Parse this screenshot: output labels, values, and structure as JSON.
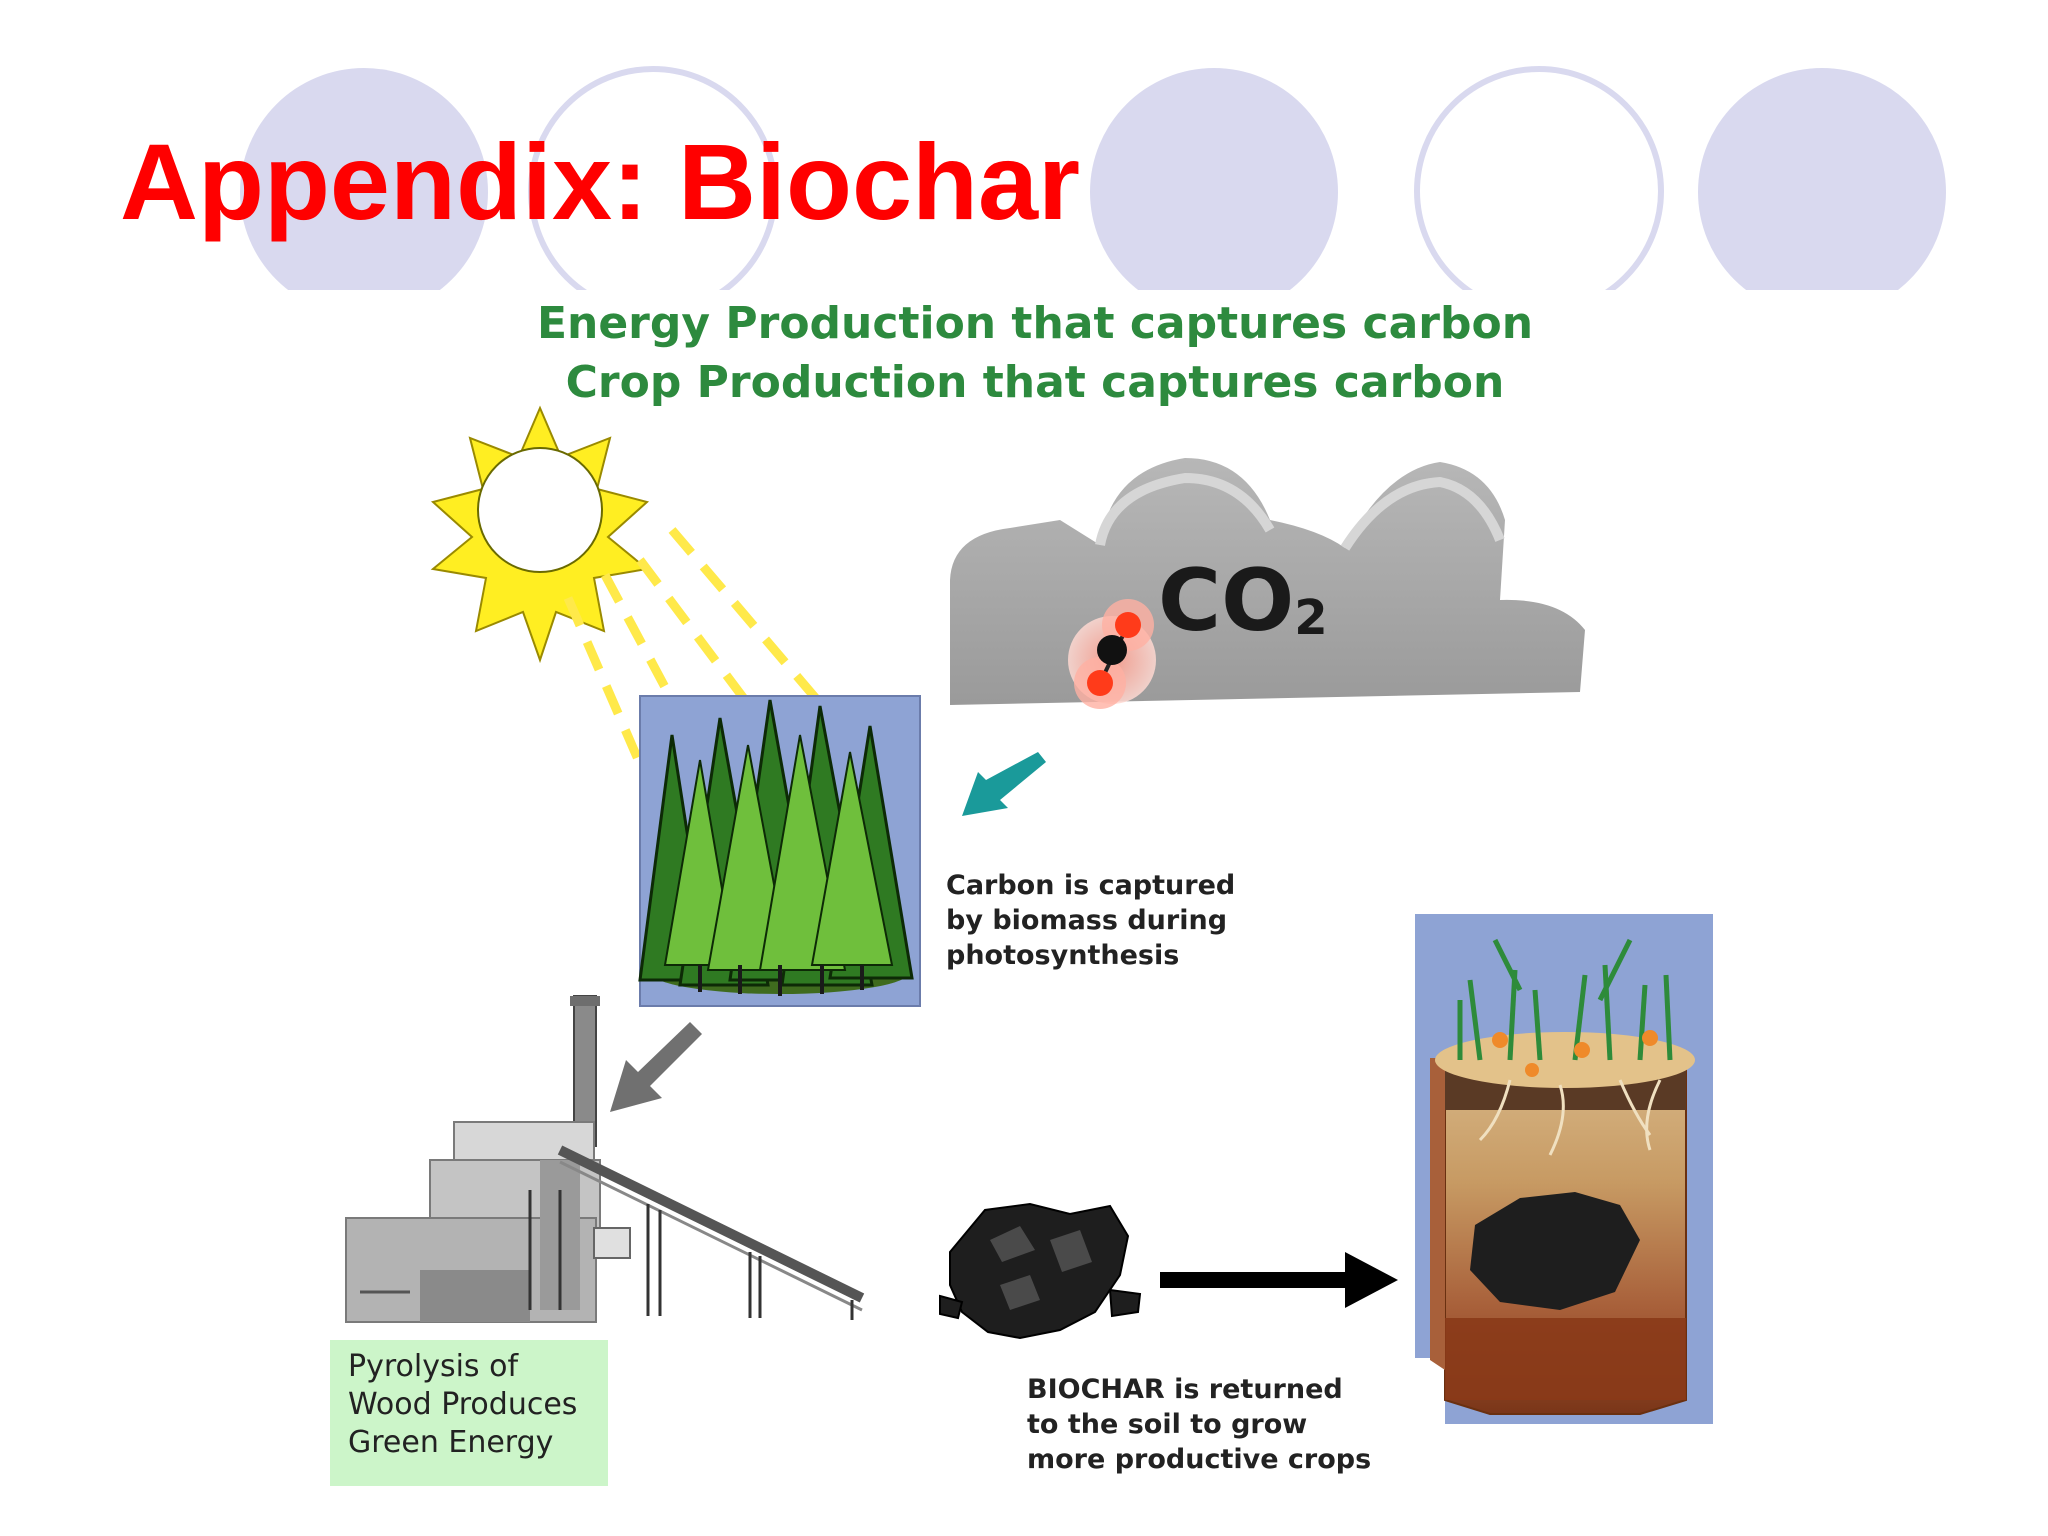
{
  "title": "Appendix: Biochar",
  "headline": {
    "line1": "Energy Production that captures carbon",
    "line2": "Crop Production that captures carbon"
  },
  "co2": {
    "main": "CO",
    "subscript": "2"
  },
  "captions": {
    "capture": [
      "Carbon is captured",
      "by biomass during",
      "photosynthesis"
    ],
    "pyrolysis": [
      "Pyrolysis of",
      "Wood Produces",
      "Green Energy"
    ],
    "biochar": [
      "BIOCHAR is returned",
      "to the soil to grow",
      "more productive crops"
    ]
  },
  "colors": {
    "title": "#ff0000",
    "headline": "#2d8a3e",
    "decor_circle": "#d9d9ef",
    "pyrolysis_box": "#ccf5c9",
    "arrow_teal": "#1a9a9a",
    "arrow_gray": "#707070",
    "sun": "#ffee22"
  }
}
